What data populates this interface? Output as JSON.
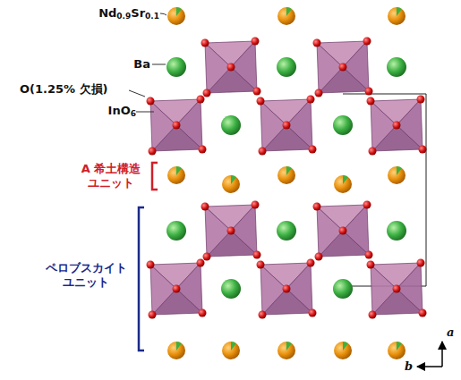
{
  "diagram": {
    "labels": [
      "Nd0.9Sr0.1",
      "Ba",
      "O(1.25% 欠損)",
      "InO6",
      "A 希土構造 ユニット",
      "ペロブスカイト ユニット",
      "a",
      "b"
    ]
  }
}
